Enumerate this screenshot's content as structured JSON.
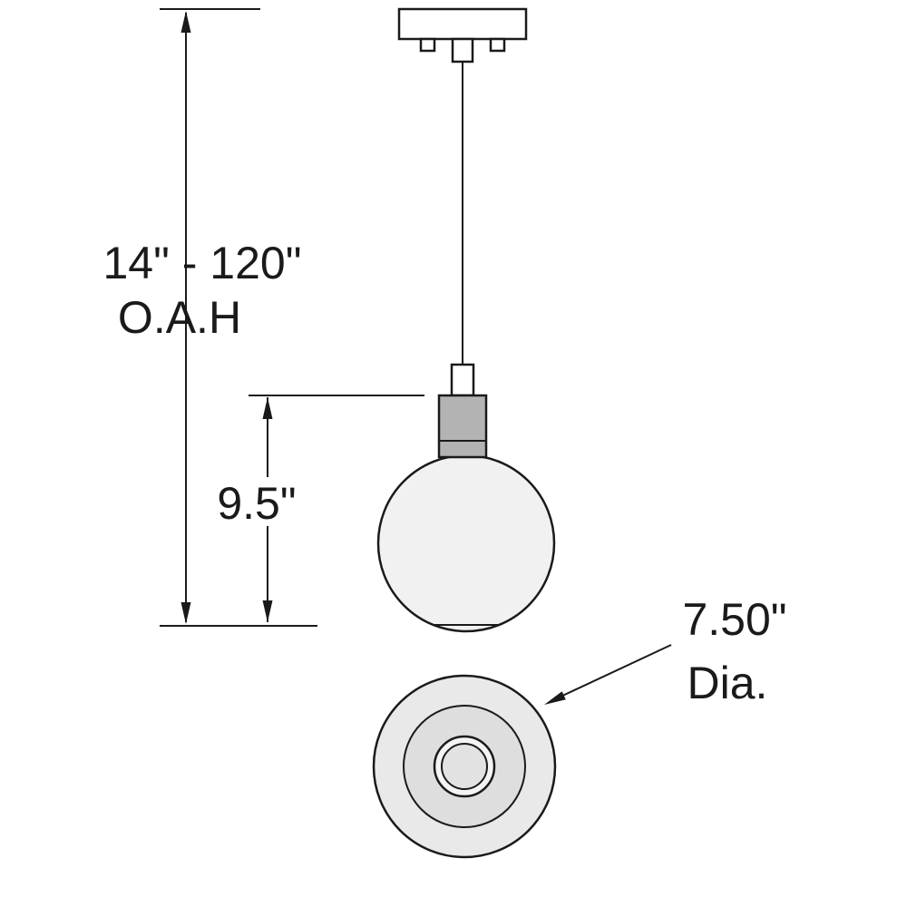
{
  "labels": {
    "oah_range": "14\" - 120\"",
    "oah": "O.A.H",
    "shade_height": "9.5\"",
    "diameter": "7.50\"",
    "diameter_unit": "Dia."
  },
  "colors": {
    "line": "#1a1a1a",
    "background": "#ffffff",
    "socket_fill": "#b3b3b3",
    "shade_fill": "#f1f1f1",
    "bottom_view_outer_fill": "#e9e9e9",
    "bottom_view_middle_fill": "#dedede"
  }
}
